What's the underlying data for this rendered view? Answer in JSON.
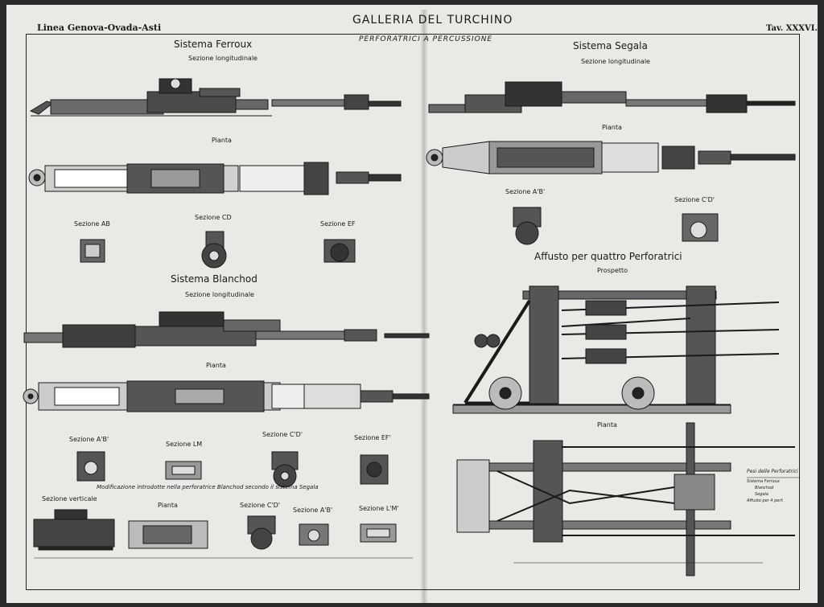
{
  "plate": {
    "line": "Linea Genova-Ovada-Asti",
    "title": "GALLERIA DEL TURCHINO",
    "subtitle": "PERFORATRICI A PERCUSSIONE",
    "table_no": "Tav. XXXVI."
  },
  "ferroux": {
    "title": "Sistema Ferroux",
    "long": "Sezione longitudinale",
    "plan": "Pianta",
    "sec_ab": "Sezione AB",
    "sec_cd": "Sezione CD",
    "sec_ef": "Sezione EF"
  },
  "blanchod": {
    "title": "Sistema Blanchod",
    "long": "Sezione longitudinale",
    "plan": "Pianta",
    "sec_ab": "Sezione A'B'",
    "sec_lm": "Sezione LM",
    "sec_cd": "Sezione C'D'",
    "sec_ef": "Sezione EF'"
  },
  "modification": {
    "title": "Modificazione introdotte nella perforatrice Blanchod secondo il sistema Segala",
    "vertical": "Sezione verticale",
    "plan": "Pianta",
    "sec_cd": "Sezione C'D'",
    "sec_ab": "Sezione A'B'",
    "sec_lm": "Sezione L'M'"
  },
  "segala": {
    "title": "Sistema Segala",
    "long": "Sezione longitudinale",
    "plan": "Pianta",
    "sec_ab": "Sezione A'B'",
    "sec_cd": "Sezione C'D'"
  },
  "carriage": {
    "title": "Affusto per quattro Perforatrici",
    "elevation": "Prospetto",
    "plan": "Pianta"
  },
  "weights": {
    "title": "Pesi delle Perforatrici",
    "rows": [
      "Sistema Ferroux",
      "Blanchod",
      "Segala",
      "Affusto per 4 perf."
    ]
  },
  "colors": {
    "paper": "#e9e9e6",
    "ink": "#1a1a1a"
  }
}
